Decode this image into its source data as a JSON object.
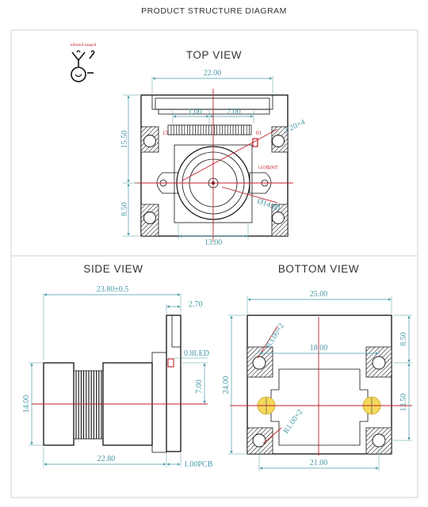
{
  "header": {
    "title": "PRODUCT STRUCTURE DIAGRAM"
  },
  "top_view": {
    "title": "TOP VIEW",
    "dims": {
      "width_top": "22.00",
      "pitch_left": "1.00",
      "pitch_right": "7.00",
      "height_upper": "15.50",
      "height_lower": "8.50",
      "hole": "2.20×4",
      "lens": "Ø14.00",
      "bottom": "13.00"
    },
    "pin_left": "15",
    "pin_right": "01",
    "led_label": "LED指示灯"
  },
  "side_view": {
    "title": "SIDE VIEW",
    "dims": {
      "total": "23.80±0.5",
      "pcb_thick": "2.70",
      "led": "0.8LED",
      "center": "7.00",
      "height": "14.00",
      "lens_len": "22.80",
      "pcb": "1.00PCB"
    }
  },
  "bottom_view": {
    "title": "BOTTOM  VIEW",
    "dims": {
      "width": "25.00",
      "hole_top": "R3.00×2",
      "spacing": "18.00",
      "right_upper": "8.50",
      "height": "24.00",
      "right_lower": "13.50",
      "hole_bottom": "R1.00×2",
      "bottom": "21.00"
    }
  },
  "logo": {
    "text": "Kapaa Estrella",
    "icon": "mirrored-logo-icon"
  }
}
